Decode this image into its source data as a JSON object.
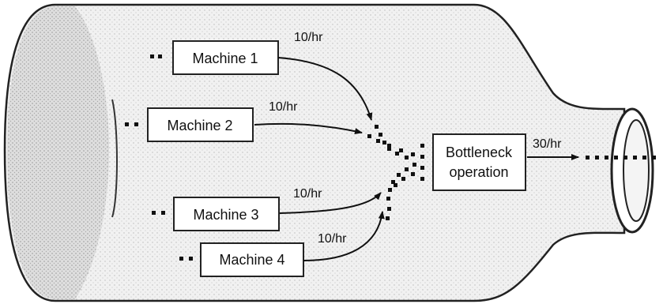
{
  "diagram": {
    "machines": [
      {
        "label": "Machine 1",
        "rate": "10/hr"
      },
      {
        "label": "Machine 2",
        "rate": "10/hr"
      },
      {
        "label": "Machine 3",
        "rate": "10/hr"
      },
      {
        "label": "Machine 4",
        "rate": "10/hr"
      }
    ],
    "bottleneck": {
      "line1": "Bottleneck",
      "line2": "operation"
    },
    "output_rate": "30/hr"
  }
}
